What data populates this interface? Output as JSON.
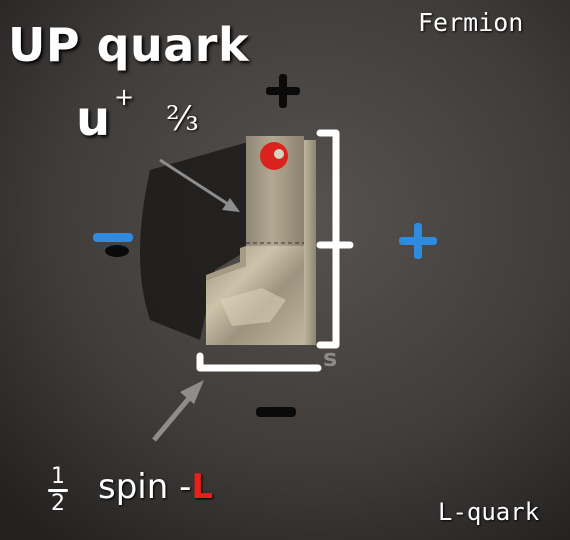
{
  "labels": {
    "title": "UP quark",
    "fermion": "Fermion",
    "l_quark": "L-quark",
    "u_symbol": "u",
    "u_superscript": "+",
    "charge": "⅔",
    "spin_text": "spin -",
    "spin_letter": "L",
    "half_numerator": "1",
    "half_denominator": "2",
    "s_glyph": "s"
  },
  "colors": {
    "background": "#3e3b39",
    "plus_top": "#0a0a0a",
    "plus_right": "#2f8be0",
    "minus_left": "#2f8be0",
    "minus_bottom": "#0a0a0a",
    "red_dot": "#d9231c",
    "bracket": "#ffffff",
    "spin_l": "#e8201c"
  }
}
